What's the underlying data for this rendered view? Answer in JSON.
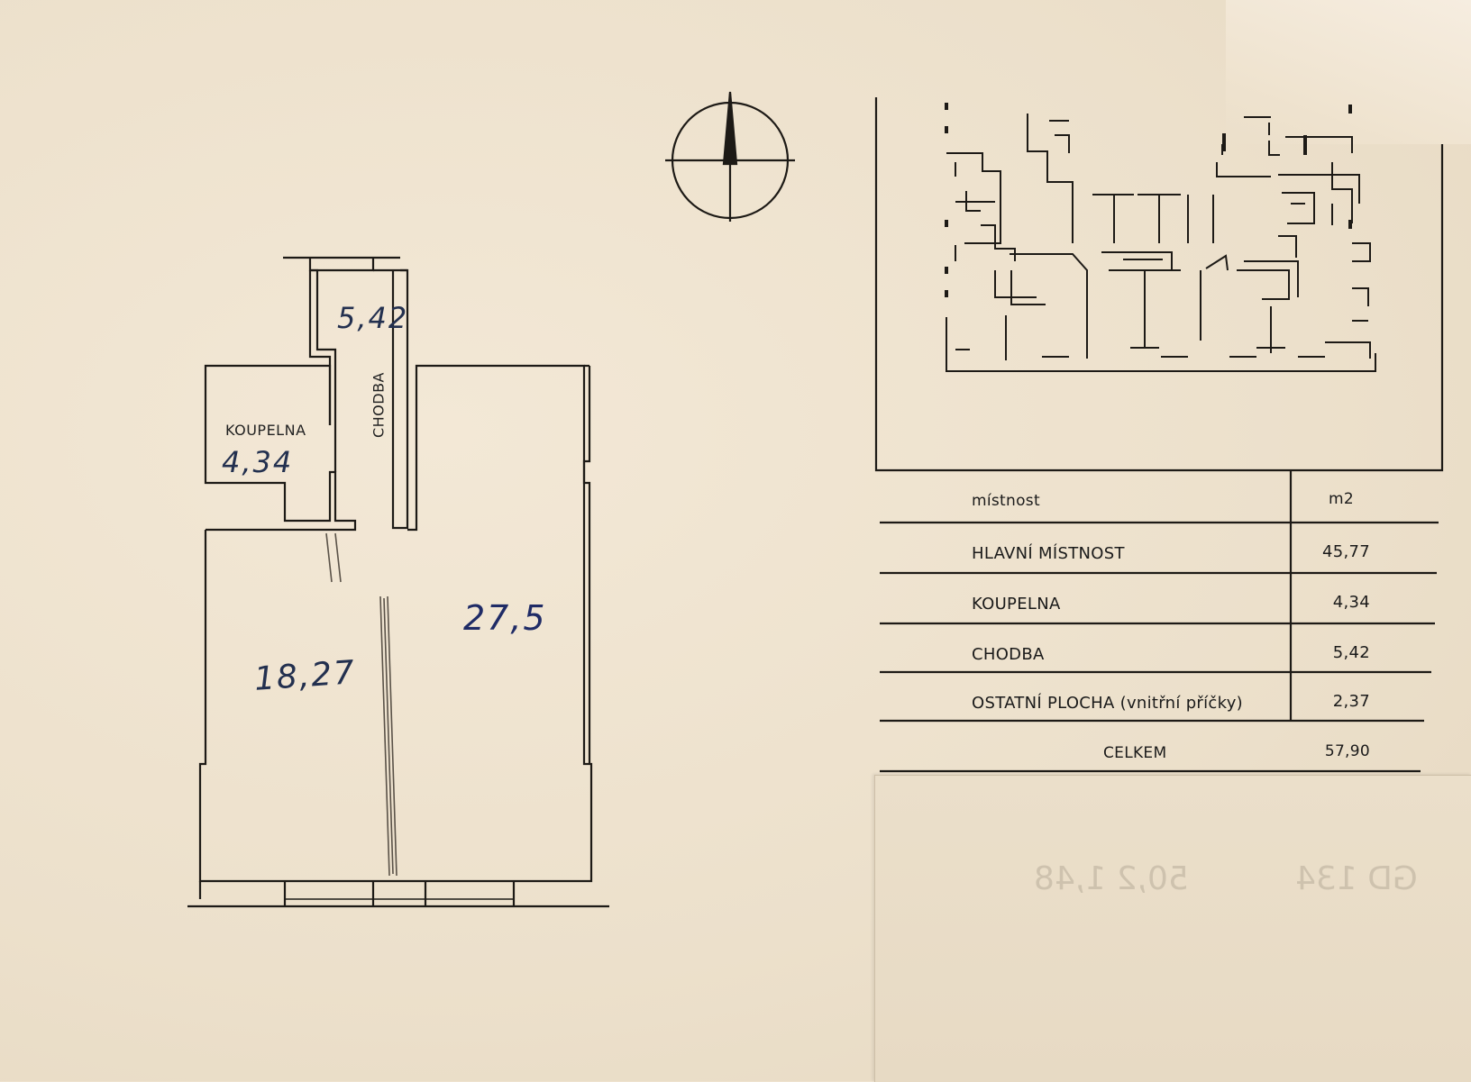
{
  "plan": {
    "rooms": {
      "koupelna_label": "KOUPELNA",
      "koupelna_area": "4,34",
      "chodba_label": "CHODBA",
      "chodba_area": "5,42",
      "room_left_area": "18,27",
      "room_right_area": "27,5"
    },
    "compass": {
      "icon": "north-arrow-icon"
    }
  },
  "area_table": {
    "header": {
      "room": "místnost",
      "unit": "m2"
    },
    "rows": [
      {
        "room": "HLAVNÍ MÍSTNOST",
        "value": "45,77"
      },
      {
        "room": "KOUPELNA",
        "value": "4,34"
      },
      {
        "room": "CHODBA",
        "value": "5,42"
      },
      {
        "room": "OSTATNÍ PLOCHA (vnitřní příčky)",
        "value": "2,37"
      }
    ],
    "total": {
      "label": "CELKEM",
      "value": "57,90"
    }
  },
  "overlay_sheet": {
    "ghost_texts": [
      "50,2 1,48",
      "GD 134"
    ]
  },
  "colors": {
    "paper": "#efe3cf",
    "ink": "#1e1b17",
    "handwriting": "#23304f"
  }
}
